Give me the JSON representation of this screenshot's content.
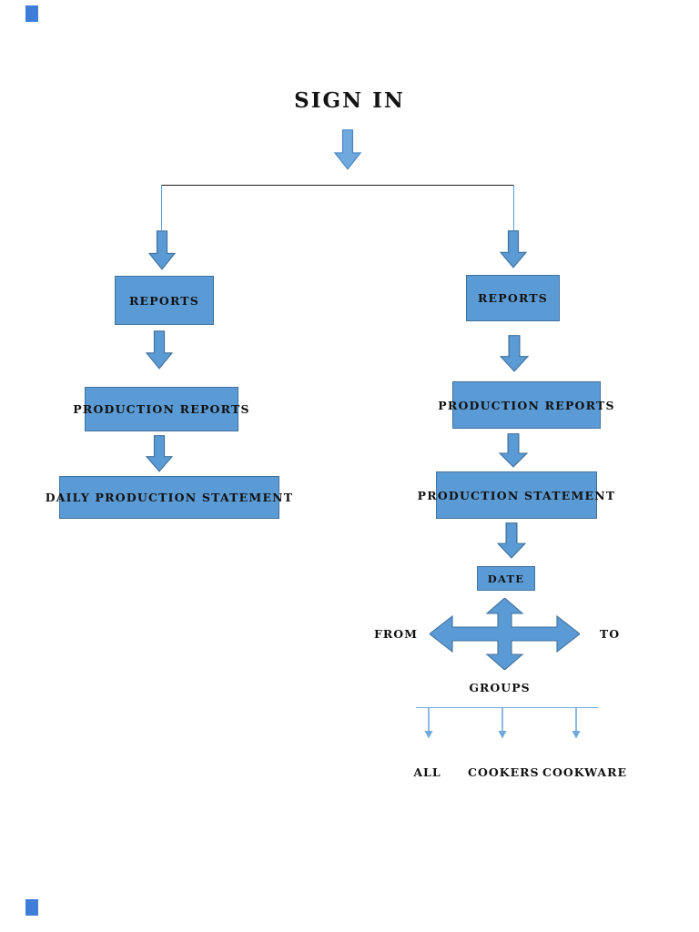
{
  "title": "SIGN IN",
  "left_branch": {
    "reports": "REPORTS",
    "production_reports": "PRODUCTION REPORTS",
    "daily_production_statement": "DAILY PRODUCTION STATEMENT"
  },
  "right_branch": {
    "reports": "REPORTS",
    "production_reports": "PRODUCTION REPORTS",
    "production_statement": "PRODUCTION STATEMENT",
    "date": "DATE",
    "from_label": "FROM",
    "to_label": "TO",
    "groups_label": "GROUPS",
    "group_options": [
      "ALL",
      "COOKERS",
      "COOKWARE"
    ]
  },
  "colors": {
    "shape_fill": "#5b9bd5",
    "shape_border": "#41719c",
    "connector_blue": "#5b9bd5",
    "connector_black": "#1f1f1f",
    "text": "#121212",
    "page_marker": "#3f7ed8"
  }
}
